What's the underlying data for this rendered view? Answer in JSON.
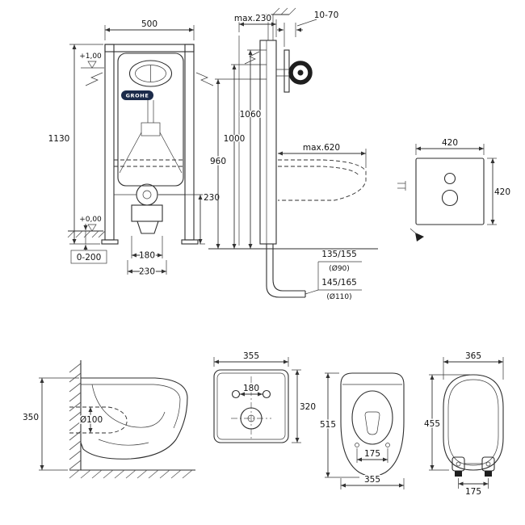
{
  "frame_front": {
    "brand": "GROHE",
    "width": "500",
    "height": "1130",
    "level_top": "+1,00",
    "level_floor": "+0,00",
    "foot_adjust": "0-200",
    "drain_offset_1": "180",
    "drain_offset_2": "230",
    "outlet_height": "230"
  },
  "frame_side": {
    "depth": "max.230",
    "plate_range": "10-70",
    "height_1": "1060",
    "height_2": "1000",
    "height_3": "960",
    "bowl_depth": "max.620",
    "drain_1": "135/155",
    "drain_1_dia": "(Ø90)",
    "drain_2": "145/165",
    "drain_2_dia": "(Ø110)"
  },
  "gasket": {
    "width": "420",
    "height": "420"
  },
  "bowl_side": {
    "height": "350",
    "drain_dia": "Ø100"
  },
  "bowl_plan": {
    "width": "355",
    "depth": "320",
    "bolt_spacing": "180"
  },
  "bowl_front": {
    "height": "515",
    "width": "355",
    "bolt_spacing": "175"
  },
  "seat_plan": {
    "width": "365",
    "depth": "455",
    "hinge_spacing": "175"
  }
}
